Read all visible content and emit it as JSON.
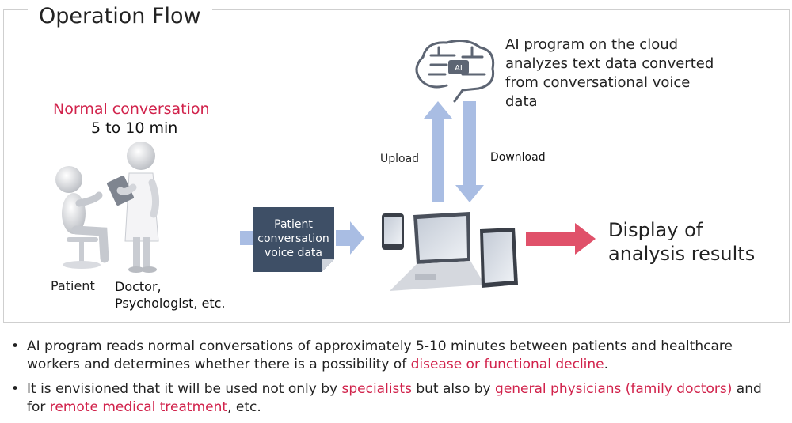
{
  "flow": {
    "title": "Operation Flow",
    "conversation": {
      "heading": "Normal conversation",
      "duration": "5 to 10 min"
    },
    "roles": {
      "patient": "Patient",
      "doctor_line1": "Doctor,",
      "doctor_line2": "Psychologist, etc."
    },
    "voice_data": {
      "line1": "Patient",
      "line2": "conversation",
      "line3": "voice data"
    },
    "cloud": {
      "chip_label": "AI",
      "line1": "AI program on the cloud",
      "line2": "analyzes text data converted",
      "line3": "from conversational voice",
      "line4": "data"
    },
    "upload_label": "Upload",
    "download_label": "Download",
    "result": {
      "line1": "Display of",
      "line2": "analysis results"
    }
  },
  "bullets": {
    "b1_pre": "AI program reads normal conversations of approximately 5-10 minutes between patients and healthcare workers and determines whether there is a possibility of ",
    "b1_red": "disease or functional decline",
    "b1_post": ".",
    "b2_pre": "It is envisioned that it will be used not only by ",
    "b2_red1": "specialists",
    "b2_mid": " but also by ",
    "b2_red2": "general physicians (family doctors)",
    "b2_mid2": " and for ",
    "b2_red3": "remote medical treatment",
    "b2_post": ", etc.",
    "marker": "•"
  },
  "colors": {
    "accent_red": "#d1224b",
    "arrow_blue": "#a9bde3",
    "arrow_red": "#e0516a",
    "doc_dark": "#3e4f66"
  },
  "icons": [
    "patient-figure",
    "doctor-figure",
    "document-icon",
    "ai-brain-icon",
    "smartphone-icon",
    "laptop-icon",
    "tablet-icon"
  ]
}
